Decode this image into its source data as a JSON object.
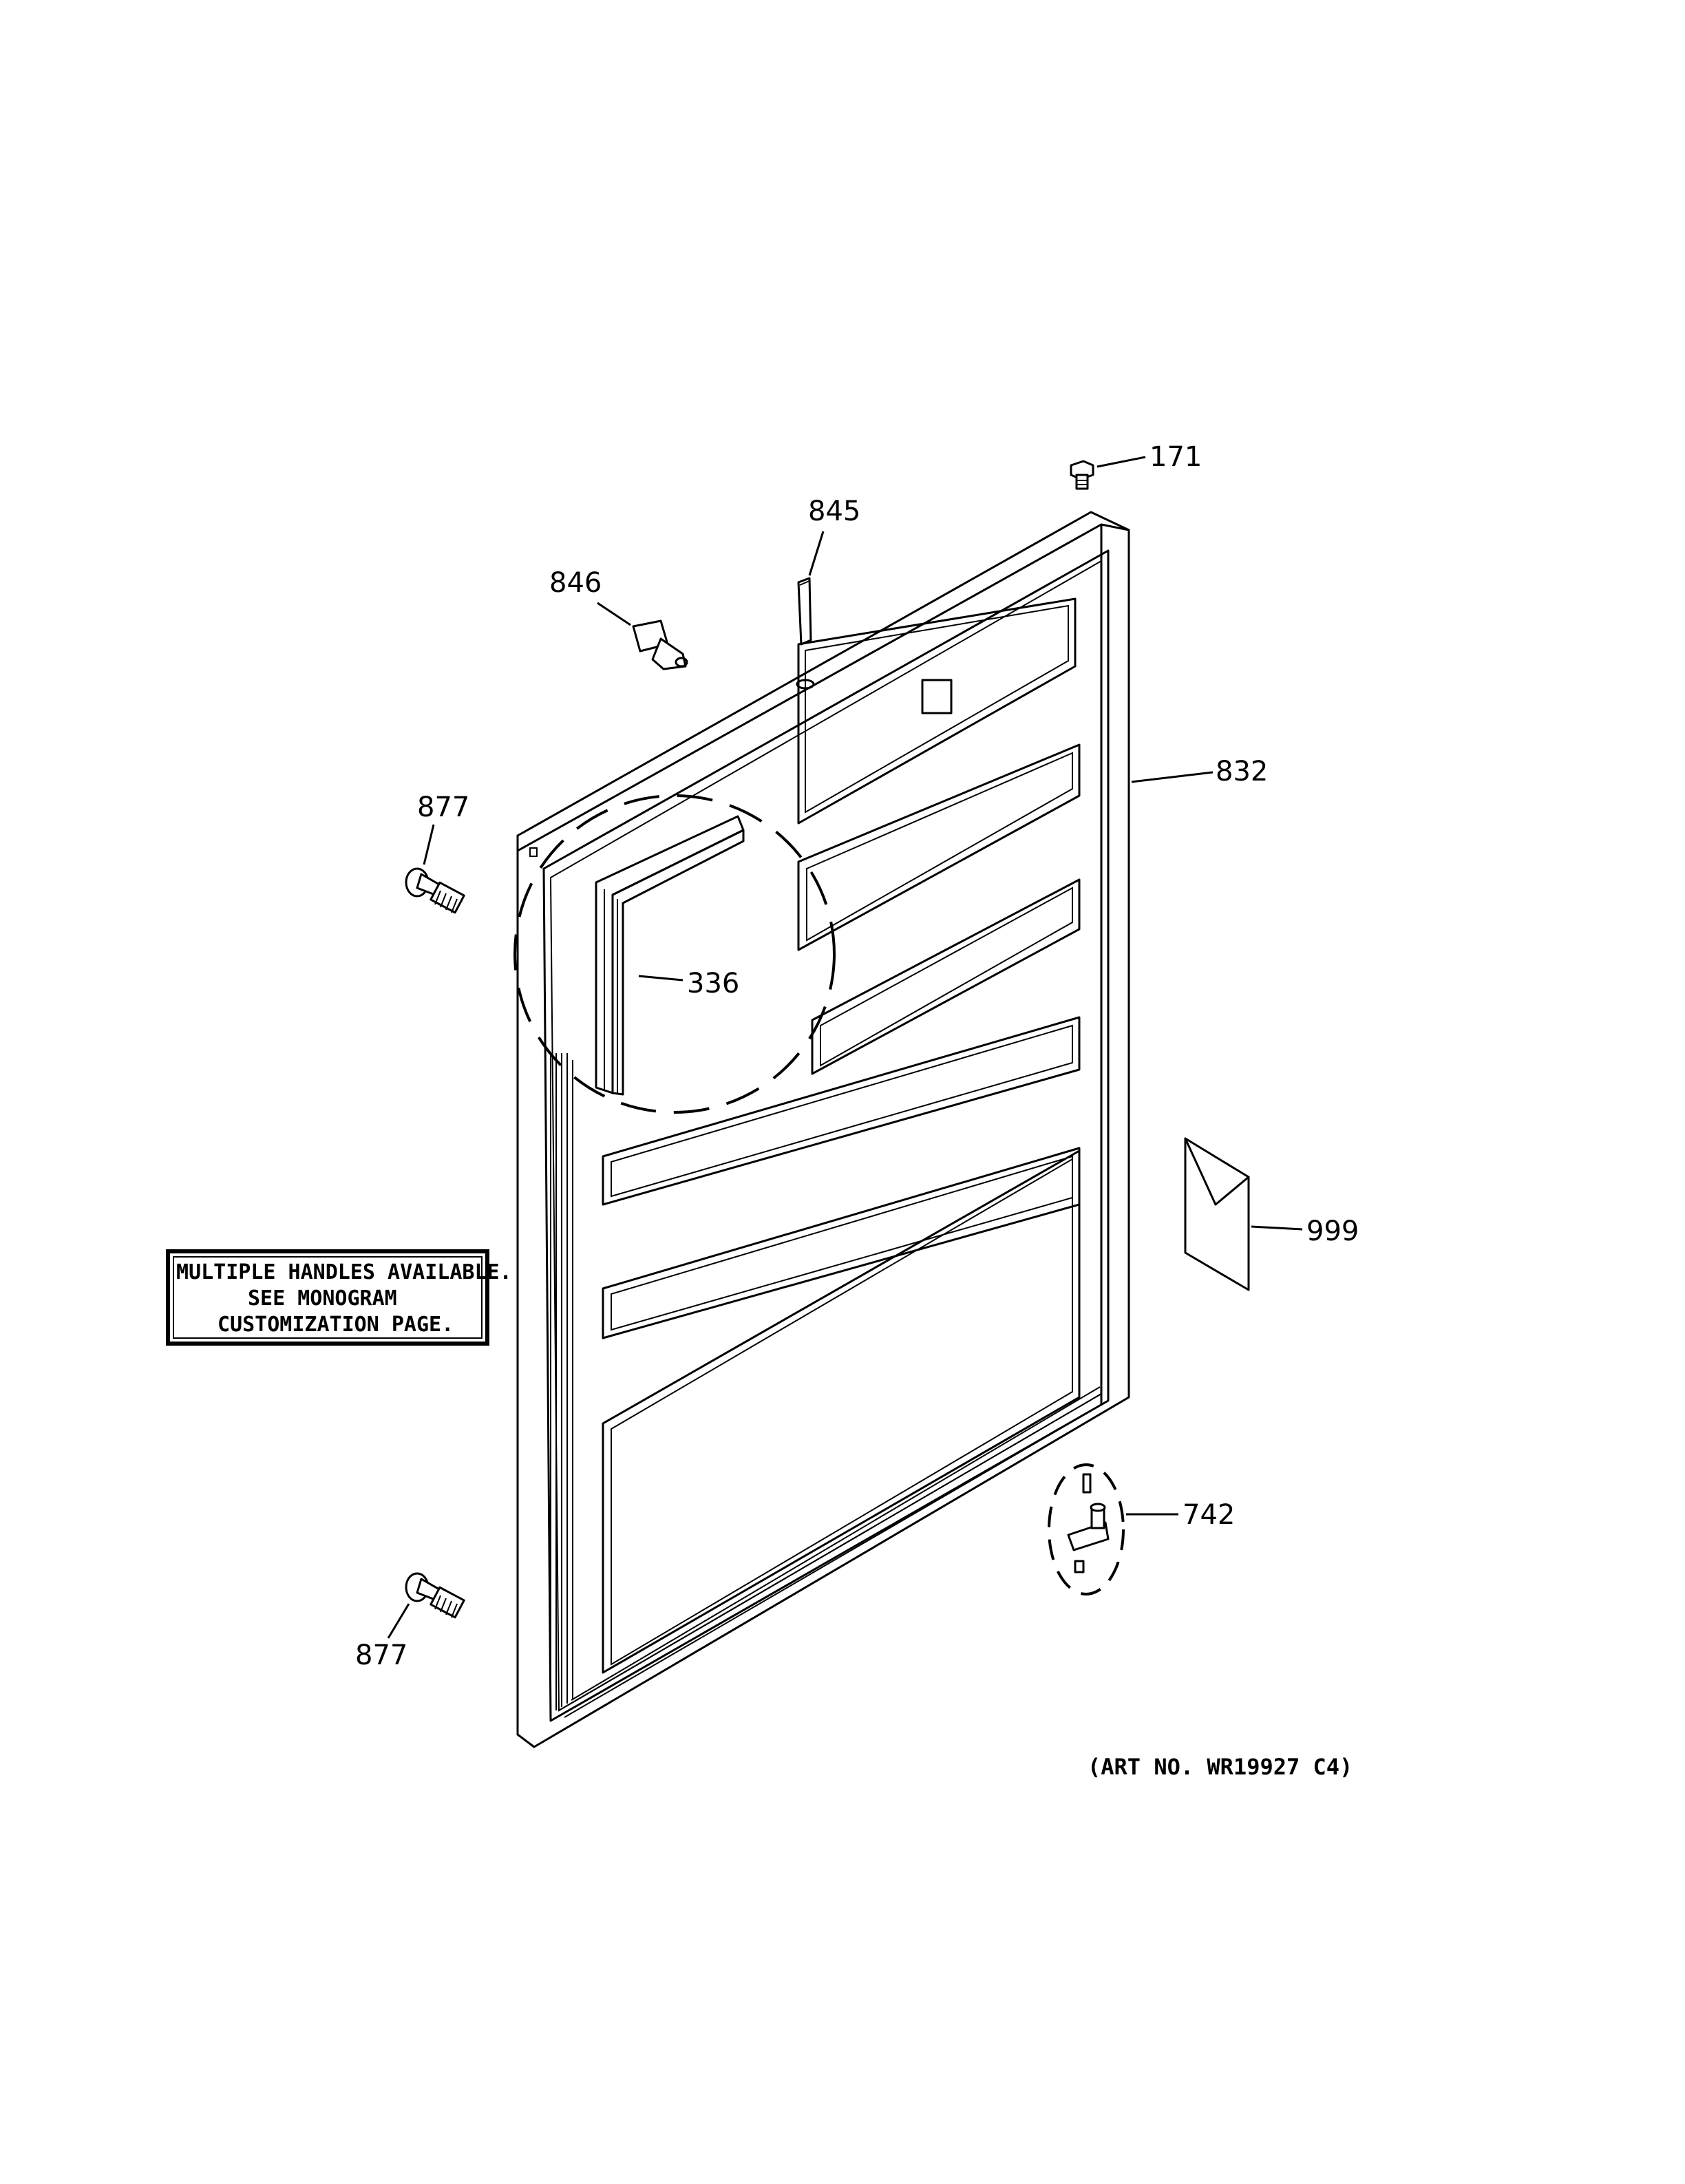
{
  "callouts": {
    "c171": "171",
    "c845": "845",
    "c846": "846",
    "c832": "832",
    "c877_top": "877",
    "c336": "336",
    "c999": "999",
    "c742": "742",
    "c877_bottom": "877"
  },
  "note": {
    "line1": "MULTIPLE HANDLES AVAILABLE.",
    "line2": "SEE MONOGRAM",
    "line3": "CUSTOMIZATION PAGE."
  },
  "art_number": "(ART NO. WR19927 C4)"
}
